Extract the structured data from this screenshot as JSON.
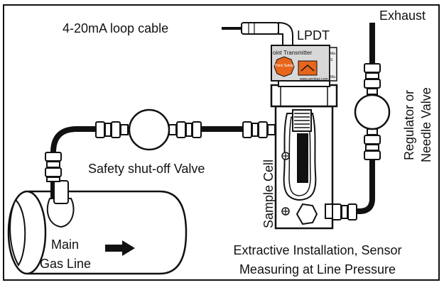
{
  "labels": {
    "loop_cable": "4-20mA loop cable",
    "lpdt": "LPDT",
    "exhaust": "Exhaust",
    "regulator_line1": "Regulator or",
    "regulator_line2": "Needle Valve",
    "safety_valve": "Safety shut-off Valve",
    "sample_cell": "Sample Cell",
    "main_gas_line1": "Main",
    "main_gas_line2": "Gas Line",
    "caption_line1": "Extractive Installation, Sensor",
    "caption_line2": "Measuring at Line Pressure"
  },
  "transmitter": {
    "title": "oint Transmitter",
    "badge": "Think Safety",
    "website": "www.arrobux.com",
    "side_mark_top": "Ma",
    "side_mark_mid": "S",
    "side_mark_bottom": "Ma"
  },
  "colors": {
    "line": "#111111",
    "pipe": "#111111",
    "badge_orange": "#e8651c",
    "transmitter_body": "#d8d8d8"
  }
}
